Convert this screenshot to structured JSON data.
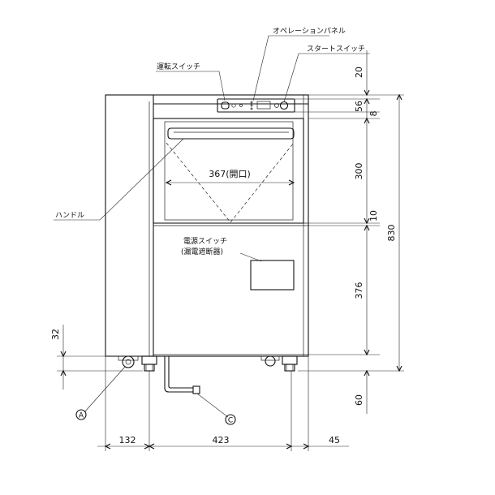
{
  "labels": {
    "operation_panel": "オペレーションパネル",
    "start_switch": "スタートスイッチ",
    "run_switch": "運転スイッチ",
    "handle": "ハンドル",
    "opening": "367(開口)",
    "power_switch": "電源スイッチ",
    "breaker": "(漏電遮断器)",
    "marker_a": "A",
    "marker_c": "C"
  },
  "dimensions": {
    "top_gap": "20",
    "panel_height": "56",
    "panel_gap": "8",
    "door_height": "300",
    "door_gap": "10",
    "lower_height": "376",
    "total_height": "830",
    "caster_height": "32",
    "drain_height": "60",
    "left_width": "132",
    "main_width": "423",
    "right_width": "45"
  }
}
